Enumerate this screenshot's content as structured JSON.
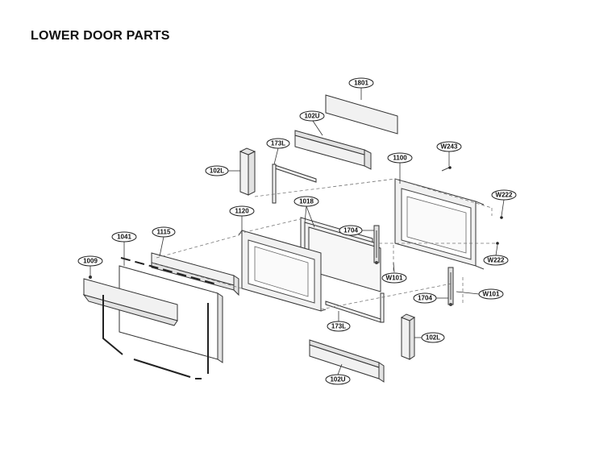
{
  "title": "LOWER DOOR PARTS",
  "parts": [
    {
      "id": "p1801",
      "label": "1801"
    },
    {
      "id": "p102u_top",
      "label": "102U"
    },
    {
      "id": "pw243",
      "label": "W243"
    },
    {
      "id": "p173l_top",
      "label": "173L"
    },
    {
      "id": "p1100",
      "label": "1100"
    },
    {
      "id": "p102l_left",
      "label": "102L"
    },
    {
      "id": "pw222_top",
      "label": "W222"
    },
    {
      "id": "p1018",
      "label": "1018"
    },
    {
      "id": "p1120",
      "label": "1120"
    },
    {
      "id": "p1704_top",
      "label": "1704"
    },
    {
      "id": "p1041",
      "label": "1041"
    },
    {
      "id": "p1115",
      "label": "1115"
    },
    {
      "id": "pw222_bottom",
      "label": "W222"
    },
    {
      "id": "p1009",
      "label": "1009"
    },
    {
      "id": "pw101_top",
      "label": "W101"
    },
    {
      "id": "pw101_bottom",
      "label": "W101"
    },
    {
      "id": "p1704_bottom",
      "label": "1704"
    },
    {
      "id": "p173l_bottom",
      "label": "173L"
    },
    {
      "id": "p102l_right",
      "label": "102L"
    },
    {
      "id": "p102u_bottom",
      "label": "102U"
    }
  ]
}
